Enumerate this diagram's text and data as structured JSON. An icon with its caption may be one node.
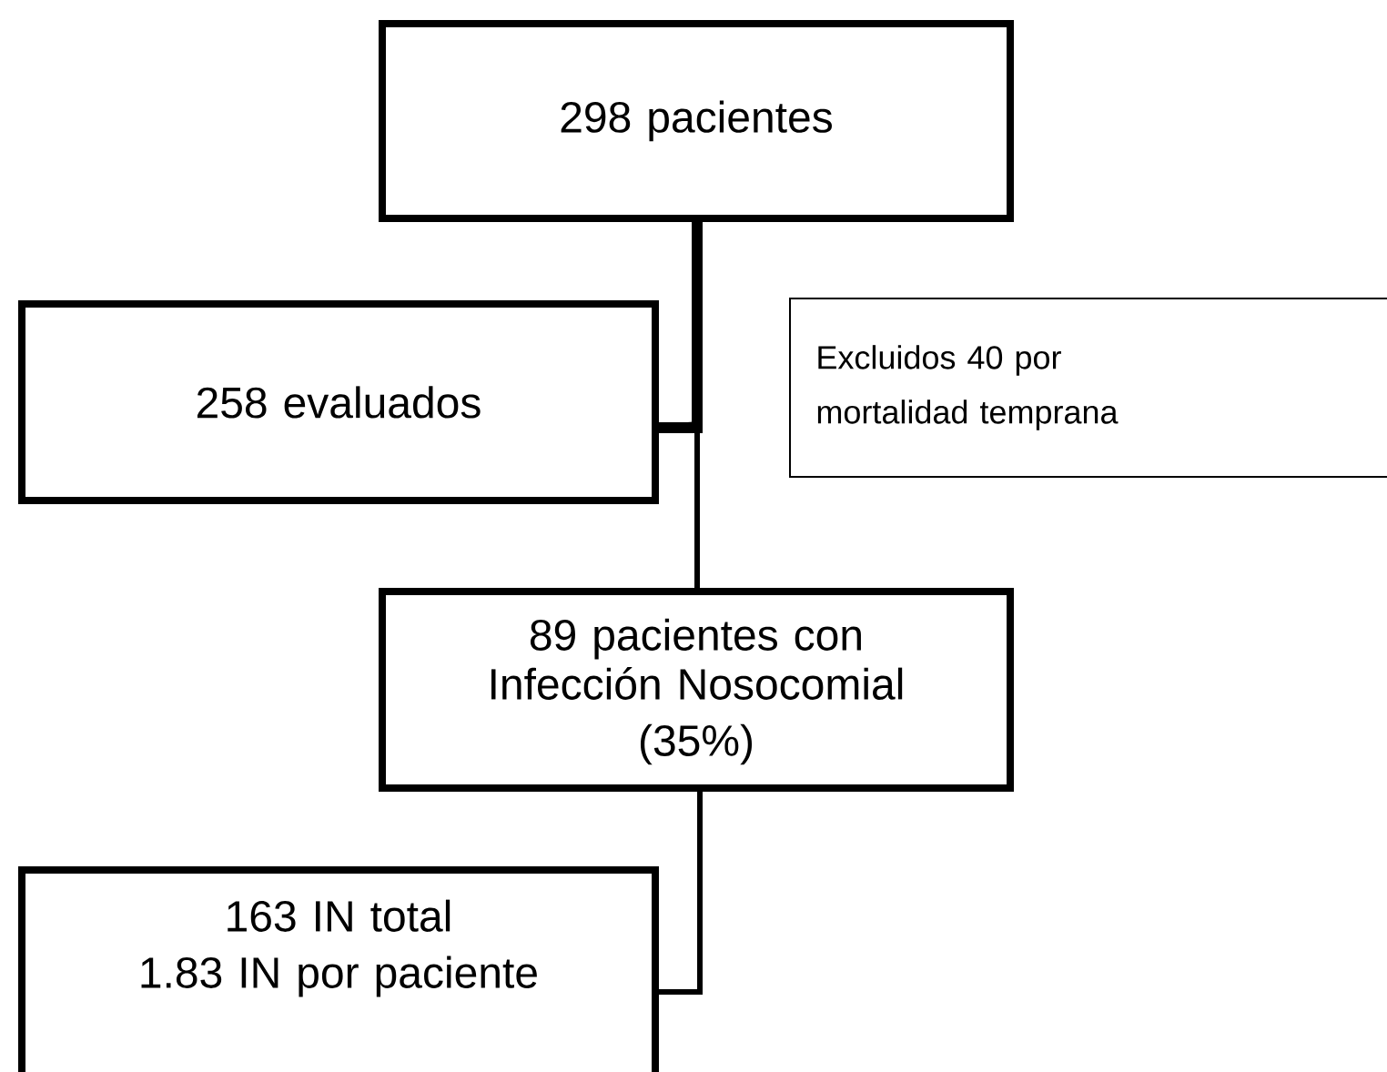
{
  "diagram": {
    "nodes": [
      {
        "text": [
          "298 pacientes"
        ]
      },
      {
        "text": [
          "258 evaluados"
        ]
      },
      {
        "text": [
          "Excluidos 40 por mortalidad temprana"
        ]
      },
      {
        "text": [
          "89 pacientes con Infección Nosocomial",
          "(35%)"
        ]
      },
      {
        "text": [
          "163 IN total",
          "1.83 IN por paciente"
        ]
      }
    ],
    "edges": [
      {
        "from": 0,
        "to": 1,
        "arrow": "none",
        "style": "thick"
      },
      {
        "from": 1,
        "to": 3,
        "arrow": "none"
      },
      {
        "from": 3,
        "to": 4,
        "arrow": "none"
      }
    ]
  }
}
